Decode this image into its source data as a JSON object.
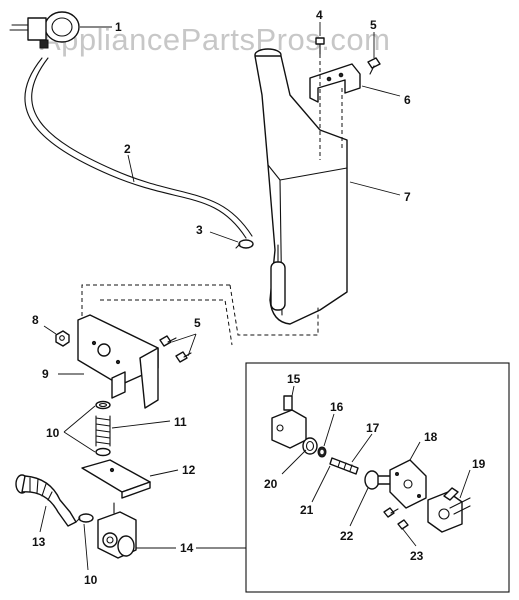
{
  "watermark": "AppliancePartsPros.com",
  "callouts": {
    "c1": "1",
    "c2": "2",
    "c3": "3",
    "c4": "4",
    "c5a": "5",
    "c5b": "5",
    "c6": "6",
    "c7": "7",
    "c8": "8",
    "c9": "9",
    "c10a": "10",
    "c10b": "10",
    "c11": "11",
    "c12": "12",
    "c13": "13",
    "c14": "14",
    "c15": "15",
    "c16": "16",
    "c17": "17",
    "c18": "18",
    "c19": "19",
    "c20": "20",
    "c21": "21",
    "c22": "22",
    "c23": "23"
  }
}
